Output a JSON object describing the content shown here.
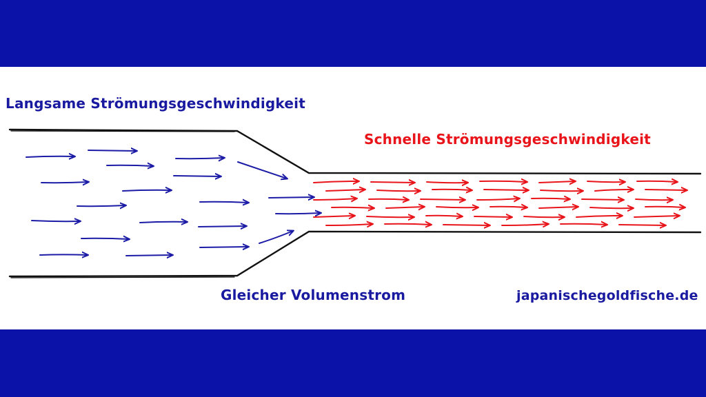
{
  "colors": {
    "band": "#0a12a8",
    "background": "#ffffff",
    "pipe": "#111111",
    "slow_text": "#1a1aa0",
    "slow_arrows": "#1b1ba6",
    "fast_text": "#e8141a",
    "fast_arrows": "#e8141a"
  },
  "labels": {
    "slow": "Langsame Strömungsgeschwindigkeit",
    "fast": "Schnelle Strömungsgeschwindigkeit",
    "volume": "Gleicher Volumenstrom",
    "website": "japanischegoldfische.de"
  }
}
